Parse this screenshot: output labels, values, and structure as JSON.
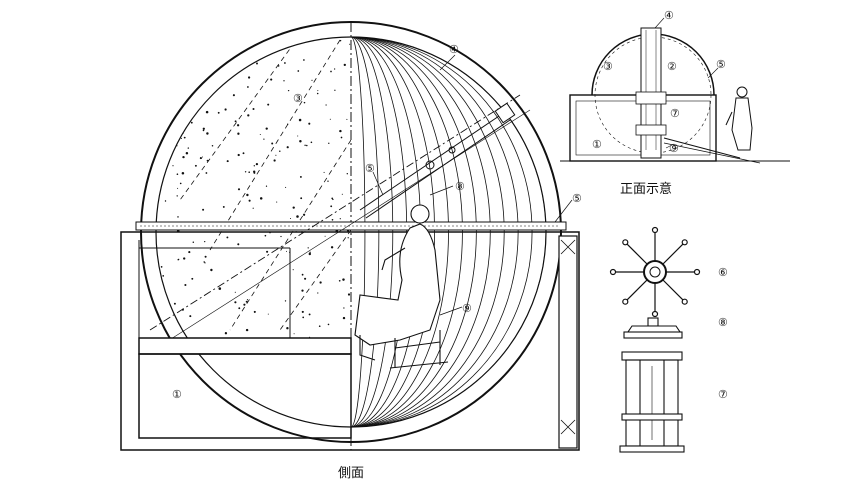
{
  "captions": {
    "side_view": "側面",
    "front_view": "正面示意"
  },
  "markers": {
    "m1": "①",
    "m2": "②",
    "m3": "③",
    "m4": "④",
    "m5": "⑤",
    "m6": "⑥",
    "m7": "⑦",
    "m8": "⑧",
    "m9": "⑨"
  },
  "colors": {
    "ink": "#111111",
    "paper": "#ffffff"
  }
}
